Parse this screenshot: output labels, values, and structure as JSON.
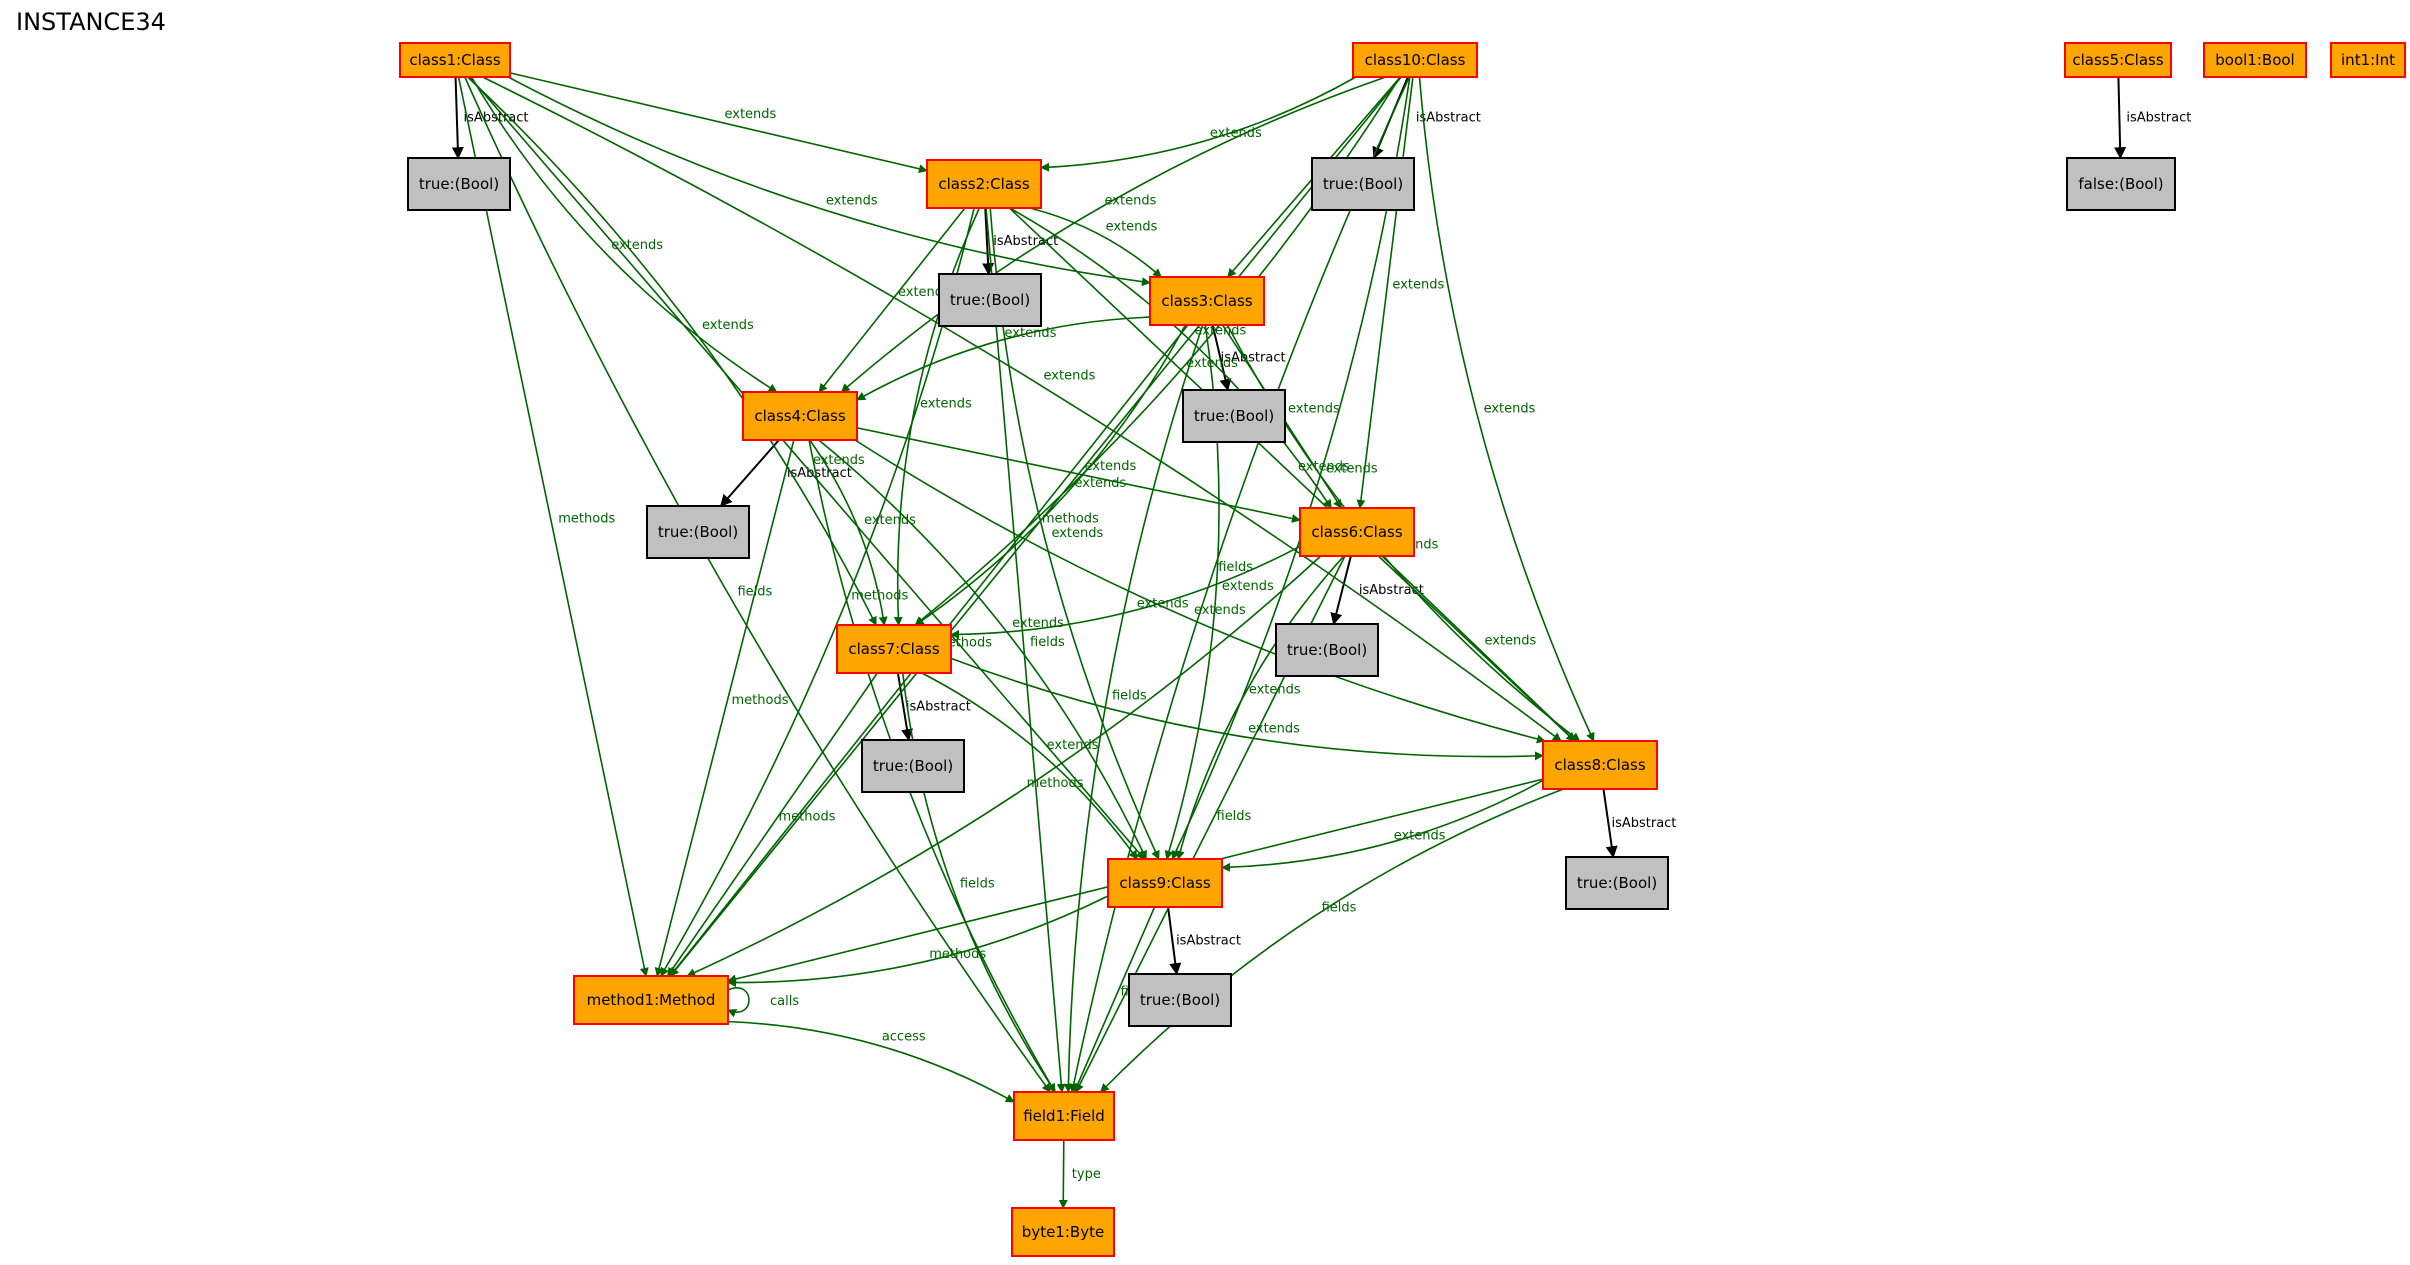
{
  "title": "INSTANCE34",
  "colors": {
    "object_fill": "#ffa500",
    "object_stroke": "#ff0000",
    "value_fill": "#c0c0c0",
    "value_stroke": "#000000",
    "structural_edge": "#006400",
    "attribute_edge": "#000000"
  },
  "nodes": [
    {
      "id": "class1",
      "label": "class1:Class",
      "kind": "object"
    },
    {
      "id": "class10",
      "label": "class10:Class",
      "kind": "object"
    },
    {
      "id": "class5",
      "label": "class5:Class",
      "kind": "object"
    },
    {
      "id": "bool1",
      "label": "bool1:Bool",
      "kind": "object"
    },
    {
      "id": "int1",
      "label": "int1:Int",
      "kind": "object"
    },
    {
      "id": "t1",
      "label": "true:(Bool)",
      "kind": "value"
    },
    {
      "id": "t10",
      "label": "true:(Bool)",
      "kind": "value"
    },
    {
      "id": "f5",
      "label": "false:(Bool)",
      "kind": "value"
    },
    {
      "id": "class2",
      "label": "class2:Class",
      "kind": "object"
    },
    {
      "id": "t2",
      "label": "true:(Bool)",
      "kind": "value"
    },
    {
      "id": "class3",
      "label": "class3:Class",
      "kind": "object"
    },
    {
      "id": "t3",
      "label": "true:(Bool)",
      "kind": "value"
    },
    {
      "id": "class4",
      "label": "class4:Class",
      "kind": "object"
    },
    {
      "id": "t4",
      "label": "true:(Bool)",
      "kind": "value"
    },
    {
      "id": "class6",
      "label": "class6:Class",
      "kind": "object"
    },
    {
      "id": "t6",
      "label": "true:(Bool)",
      "kind": "value"
    },
    {
      "id": "class7",
      "label": "class7:Class",
      "kind": "object"
    },
    {
      "id": "t7",
      "label": "true:(Bool)",
      "kind": "value"
    },
    {
      "id": "class8",
      "label": "class8:Class",
      "kind": "object"
    },
    {
      "id": "t8",
      "label": "true:(Bool)",
      "kind": "value"
    },
    {
      "id": "class9",
      "label": "class9:Class",
      "kind": "object"
    },
    {
      "id": "t9",
      "label": "true:(Bool)",
      "kind": "value"
    },
    {
      "id": "method1",
      "label": "method1:Method",
      "kind": "object"
    },
    {
      "id": "field1",
      "label": "field1:Field",
      "kind": "object"
    },
    {
      "id": "byte1",
      "label": "byte1:Byte",
      "kind": "object"
    }
  ],
  "edges": [
    {
      "from": "class1",
      "to": "t1",
      "label": "isAbstract"
    },
    {
      "from": "class10",
      "to": "t10",
      "label": "isAbstract"
    },
    {
      "from": "class5",
      "to": "f5",
      "label": "isAbstract"
    },
    {
      "from": "class2",
      "to": "t2",
      "label": "isAbstract"
    },
    {
      "from": "class3",
      "to": "t3",
      "label": "isAbstract"
    },
    {
      "from": "class4",
      "to": "t4",
      "label": "isAbstract"
    },
    {
      "from": "class6",
      "to": "t6",
      "label": "isAbstract"
    },
    {
      "from": "class7",
      "to": "t7",
      "label": "isAbstract"
    },
    {
      "from": "class8",
      "to": "t8",
      "label": "isAbstract"
    },
    {
      "from": "class9",
      "to": "t9",
      "label": "isAbstract"
    },
    {
      "from": "class1",
      "to": "class2",
      "label": "extends"
    },
    {
      "from": "class1",
      "to": "class4",
      "label": "extends"
    },
    {
      "from": "class1",
      "to": "class7",
      "label": "extends"
    },
    {
      "from": "class1",
      "to": "class9",
      "label": "extends"
    },
    {
      "from": "class1",
      "to": "class3",
      "label": "extends"
    },
    {
      "from": "class1",
      "to": "class8",
      "label": "extends"
    },
    {
      "from": "class1",
      "to": "method1",
      "label": "methods"
    },
    {
      "from": "class1",
      "to": "field1",
      "label": "fields"
    },
    {
      "from": "class10",
      "to": "class2",
      "label": "extends"
    },
    {
      "from": "class10",
      "to": "class3",
      "label": "extends"
    },
    {
      "from": "class10",
      "to": "class4",
      "label": "extends"
    },
    {
      "from": "class10",
      "to": "class7",
      "label": "extends"
    },
    {
      "from": "class10",
      "to": "class6",
      "label": "extends"
    },
    {
      "from": "class10",
      "to": "class8",
      "label": "extends"
    },
    {
      "from": "class10",
      "to": "class9",
      "label": "extends"
    },
    {
      "from": "class10",
      "to": "method1",
      "label": "methods"
    },
    {
      "from": "class10",
      "to": "field1",
      "label": "fields"
    },
    {
      "from": "class2",
      "to": "class3",
      "label": "extends"
    },
    {
      "from": "class2",
      "to": "class4",
      "label": "extends"
    },
    {
      "from": "class2",
      "to": "class7",
      "label": "extends"
    },
    {
      "from": "class2",
      "to": "class6",
      "label": "extends"
    },
    {
      "from": "class2",
      "to": "class8",
      "label": "extends"
    },
    {
      "from": "class2",
      "to": "class9",
      "label": "extends"
    },
    {
      "from": "class2",
      "to": "method1",
      "label": "methods"
    },
    {
      "from": "class2",
      "to": "field1",
      "label": "fields"
    },
    {
      "from": "class3",
      "to": "class4",
      "label": "extends"
    },
    {
      "from": "class3",
      "to": "class7",
      "label": "extends"
    },
    {
      "from": "class3",
      "to": "class6",
      "label": "extends"
    },
    {
      "from": "class3",
      "to": "class8",
      "label": "extends"
    },
    {
      "from": "class3",
      "to": "class9",
      "label": "extends"
    },
    {
      "from": "class3",
      "to": "method1",
      "label": "methods"
    },
    {
      "from": "class3",
      "to": "field1",
      "label": "fields"
    },
    {
      "from": "class4",
      "to": "class7",
      "label": "extends"
    },
    {
      "from": "class4",
      "to": "class6",
      "label": "extends"
    },
    {
      "from": "class4",
      "to": "class8",
      "label": "extends"
    },
    {
      "from": "class4",
      "to": "class9",
      "label": "extends"
    },
    {
      "from": "class4",
      "to": "method1",
      "label": "methods"
    },
    {
      "from": "class4",
      "to": "field1",
      "label": "fields"
    },
    {
      "from": "class6",
      "to": "class7",
      "label": "extends"
    },
    {
      "from": "class6",
      "to": "class8",
      "label": "extends"
    },
    {
      "from": "class6",
      "to": "class9",
      "label": "extends"
    },
    {
      "from": "class6",
      "to": "method1",
      "label": "methods"
    },
    {
      "from": "class6",
      "to": "field1",
      "label": "fields"
    },
    {
      "from": "class7",
      "to": "class8",
      "label": "extends"
    },
    {
      "from": "class7",
      "to": "class9",
      "label": "extends"
    },
    {
      "from": "class7",
      "to": "method1",
      "label": "methods"
    },
    {
      "from": "class7",
      "to": "field1",
      "label": "fields"
    },
    {
      "from": "class8",
      "to": "class9",
      "label": "extends"
    },
    {
      "from": "class8",
      "to": "method1",
      "label": "methods"
    },
    {
      "from": "class8",
      "to": "field1",
      "label": "fields"
    },
    {
      "from": "class9",
      "to": "method1",
      "label": "methods"
    },
    {
      "from": "class9",
      "to": "field1",
      "label": "fields"
    },
    {
      "from": "method1",
      "to": "method1",
      "label": "calls"
    },
    {
      "from": "method1",
      "to": "field1",
      "label": "access"
    },
    {
      "from": "field1",
      "to": "byte1",
      "label": "type"
    }
  ]
}
